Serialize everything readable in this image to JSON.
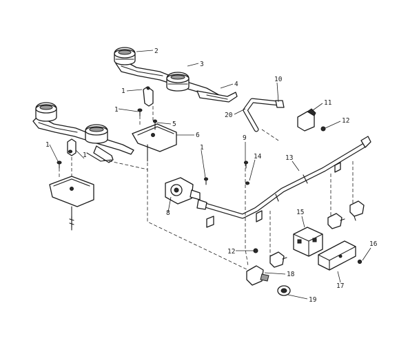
{
  "callouts": [
    {
      "id": "c1a",
      "text": "1"
    },
    {
      "id": "c1b",
      "text": "1"
    },
    {
      "id": "c1c",
      "text": "1"
    },
    {
      "id": "c1d",
      "text": "1"
    },
    {
      "id": "c1e",
      "text": "1"
    },
    {
      "id": "c2",
      "text": "2"
    },
    {
      "id": "c3",
      "text": "3"
    },
    {
      "id": "c4",
      "text": "4"
    },
    {
      "id": "c5",
      "text": "5"
    },
    {
      "id": "c6",
      "text": "6"
    },
    {
      "id": "c8",
      "text": "8"
    },
    {
      "id": "c9",
      "text": "9"
    },
    {
      "id": "c10",
      "text": "10"
    },
    {
      "id": "c11",
      "text": "11"
    },
    {
      "id": "c12a",
      "text": "12"
    },
    {
      "id": "c12b",
      "text": "12"
    },
    {
      "id": "c13",
      "text": "13"
    },
    {
      "id": "c14",
      "text": "14"
    },
    {
      "id": "c15",
      "text": "15"
    },
    {
      "id": "c16",
      "text": "16"
    },
    {
      "id": "c17",
      "text": "17"
    },
    {
      "id": "c18",
      "text": "18"
    },
    {
      "id": "c19",
      "text": "19"
    },
    {
      "id": "c20",
      "text": "20"
    }
  ]
}
